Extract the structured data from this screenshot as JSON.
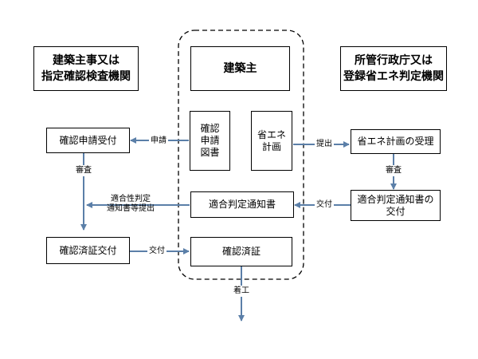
{
  "colors": {
    "arrow": "#5b7fa8",
    "border": "#000000",
    "dash": "#000000"
  },
  "boxes": {
    "left_header": [
      "建築主事又は",
      "指定確認検査機関"
    ],
    "right_header": [
      "所管行政庁又は",
      "登録省エネ判定機関"
    ],
    "owner": "建築主",
    "app_docs": [
      "確認",
      "申請",
      "図書"
    ],
    "energy_plan": [
      "省エネ",
      "計画"
    ],
    "conformity_notice": "適合判定通知書",
    "cert": "確認済証",
    "app_receipt": "確認申請受付",
    "cert_issue": "確認済証交付",
    "energy_receipt": "省エネ計画の受理",
    "conformity_issue": [
      "適合判定通知書の",
      "交付"
    ]
  },
  "labels": {
    "apply": "申請",
    "review_left": "審査",
    "submit_conformity": [
      "適合性判定",
      "通知書等提出"
    ],
    "issue_left": "交付",
    "submit_right": "提出",
    "review_right": "審査",
    "issue_right": "交付",
    "start": "着工"
  }
}
